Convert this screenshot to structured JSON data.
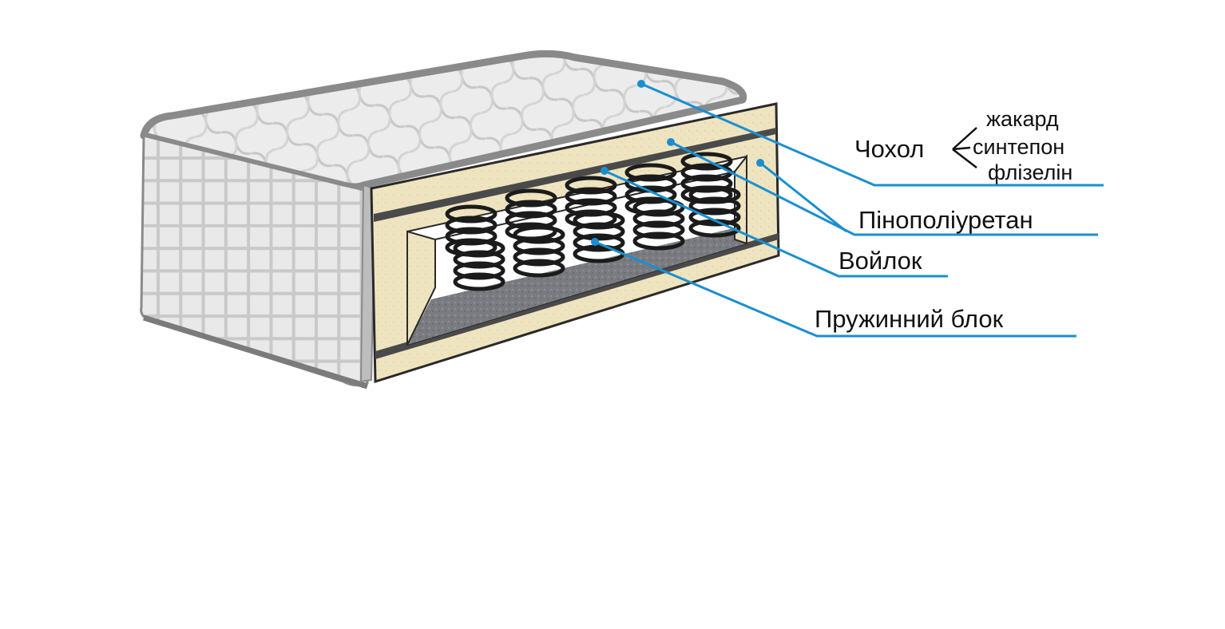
{
  "diagram": {
    "cover": {
      "label": "Чохол",
      "layers": [
        "жакард",
        "синтепон",
        "флізелін"
      ]
    },
    "foam_label": "Пінополіуретан",
    "felt_label": "Войлок",
    "spring_block_label": "Пружинний блок",
    "colors": {
      "leader_line": "#1a8fd0",
      "foam": "#efe4c0",
      "felt": "#7a7b80",
      "spring": "#1b1b1b",
      "cover_fabric": "#ececec",
      "cover_edge": "#8a8a8a"
    }
  }
}
